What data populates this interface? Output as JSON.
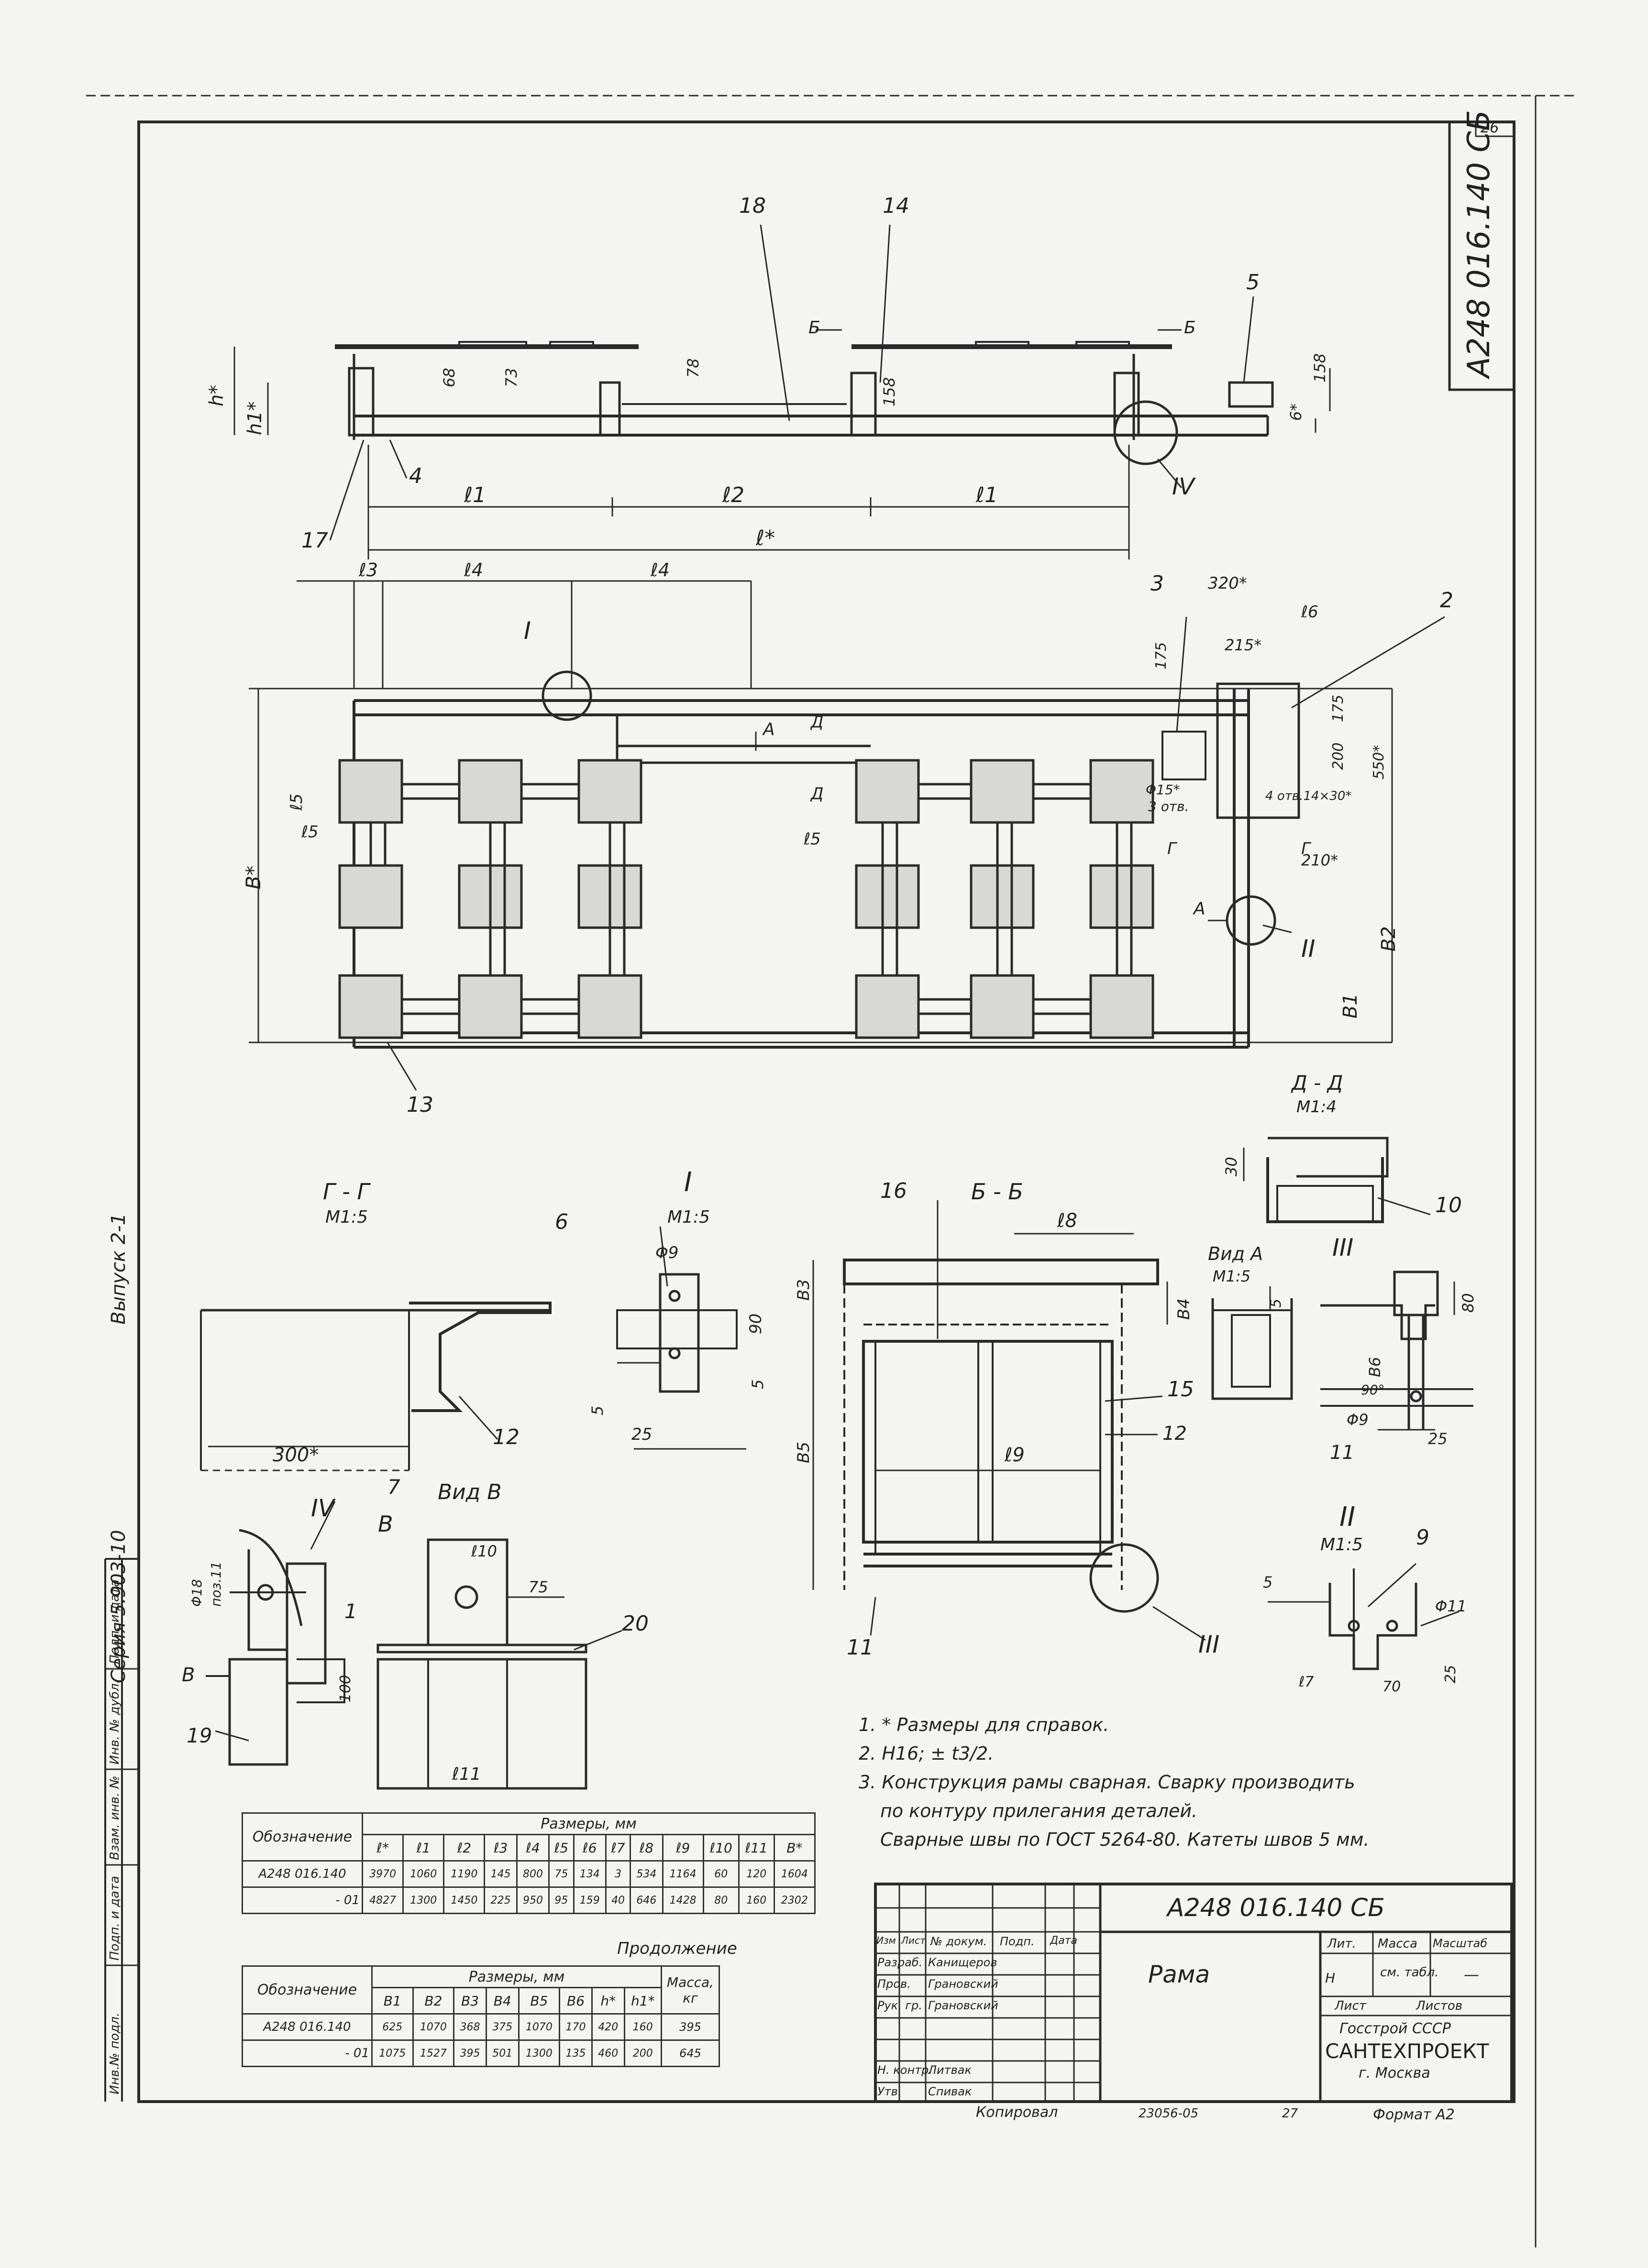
{
  "sheet": {
    "page_number": "26",
    "designation_vertical": "А248 016.140 СБ",
    "series_label": "Серия 5.903-10",
    "issue_label": "Выпуск 2-1",
    "left_strip_labels": [
      "Инв.№ подл.",
      "Подп. и дата",
      "Взам. инв. №",
      "Инв. № дубл.",
      "Подп. и дата"
    ]
  },
  "views": {
    "section_gg": {
      "title": "Г - Г",
      "scale": "М1:5",
      "dim": "300*",
      "pos": "12"
    },
    "detail_I": {
      "title": "I",
      "scale": "М1:5",
      "hole": "Φ9",
      "pos": "6",
      "dims": [
        "90",
        "25",
        "5",
        "5"
      ]
    },
    "section_bb": {
      "title": "Б - Б",
      "pos": [
        "16",
        "15",
        "12",
        "11",
        "III"
      ],
      "dims": [
        "ℓ8",
        "ℓ9",
        "В3",
        "В4",
        "В5"
      ]
    },
    "section_dd": {
      "title": "Д - Д",
      "scale": "М1:4",
      "dim": "30",
      "pos": "10"
    },
    "view_A": {
      "title": "Вид А",
      "scale": "М1:5",
      "dim": "5"
    },
    "detail_III": {
      "title": "III",
      "dims": [
        "80",
        "В6",
        "90°",
        "Φ9",
        "25"
      ],
      "pos": "11"
    },
    "detail_II": {
      "title": "II",
      "scale": "М1:5",
      "hole": "Φ11",
      "pos": "9",
      "dims": [
        "5",
        "70",
        "25",
        "ℓ7"
      ]
    },
    "detail_IV": {
      "title": "IV",
      "pos": [
        "7",
        "1",
        "19"
      ],
      "labels": [
        "Φ18",
        "поз.11",
        "В",
        "В",
        "100"
      ]
    },
    "view_B": {
      "title": "Вид В",
      "dims": [
        "ℓ10",
        "75",
        "ℓ11"
      ],
      "pos": "20"
    }
  },
  "main_view": {
    "pos_labels": [
      "18",
      "14",
      "5",
      "4",
      "17",
      "IV",
      "Б",
      "Б"
    ],
    "dims": [
      "ℓ1",
      "ℓ2",
      "ℓ1",
      "ℓ*",
      "h*",
      "h1*",
      "68",
      "73",
      "78",
      "158",
      "158",
      "6*"
    ]
  },
  "plan_view": {
    "pos_labels": [
      "3",
      "2",
      "13",
      "I",
      "II",
      "А",
      "А",
      "Д",
      "Д",
      "Г",
      "Г"
    ],
    "dims": [
      "ℓ3",
      "ℓ4",
      "ℓ4",
      "320*",
      "ℓ6",
      "215*",
      "175",
      "175",
      "200",
      "550*",
      "Φ15*",
      "3 отв.",
      "4 отв.14×30*",
      "210*",
      "В*",
      "В1",
      "В2",
      "ℓ5",
      "ℓ5",
      "ℓ5"
    ]
  },
  "notes": [
    "1. * Размеры для справок.",
    "2. Н16; ± t3/2.",
    "3. Конструкция рамы сварная. Сварку производить",
    "по контуру прилегания деталей.",
    "Сварные швы по ГОСТ 5264-80. Катеты швов 5 мм."
  ],
  "table1": {
    "group_header": "Размеры, мм",
    "headers": [
      "Обозначение",
      "ℓ*",
      "ℓ1",
      "ℓ2",
      "ℓ3",
      "ℓ4",
      "ℓ5",
      "ℓ6",
      "ℓ7",
      "ℓ8",
      "ℓ9",
      "ℓ10",
      "ℓ11",
      "В*"
    ],
    "rows": [
      [
        "А248 016.140",
        "3970",
        "1060",
        "1190",
        "145",
        "800",
        "75",
        "134",
        "3",
        "534",
        "1164",
        "60",
        "120",
        "1604"
      ],
      [
        "- 01",
        "4827",
        "1300",
        "1450",
        "225",
        "950",
        "95",
        "159",
        "40",
        "646",
        "1428",
        "80",
        "160",
        "2302"
      ]
    ]
  },
  "table2": {
    "title": "Продолжение",
    "group_header": "Размеры, мм",
    "headers": [
      "Обозначение",
      "В1",
      "В2",
      "В3",
      "В4",
      "В5",
      "В6",
      "h*",
      "h1*",
      "Масса, кг"
    ],
    "rows": [
      [
        "А248 016.140",
        "625",
        "1070",
        "368",
        "375",
        "1070",
        "170",
        "420",
        "160",
        "395"
      ],
      [
        "- 01",
        "1075",
        "1527",
        "395",
        "501",
        "1300",
        "135",
        "460",
        "200",
        "645"
      ]
    ]
  },
  "title_block": {
    "designation": "А248 016.140 СБ",
    "name": "Рама",
    "col_headers": [
      "Изм",
      "Лист",
      "№ докум.",
      "Подп.",
      "Дата"
    ],
    "signers": [
      {
        "role": "Разраб.",
        "name": "Канищеров"
      },
      {
        "role": "Пров.",
        "name": "Грановский"
      },
      {
        "role": "Рук. гр.",
        "name": "Грановский"
      },
      {
        "role": "Н. контр.",
        "name": "Литвак"
      },
      {
        "role": "Утв.",
        "name": "Спивак"
      }
    ],
    "lit_header": "Лит.",
    "mass_header": "Масса",
    "scale_header": "Масштаб",
    "lit_value": "Н",
    "mass_value": "см. табл.",
    "scale_value": "—",
    "sheet_label": "Лист",
    "sheets_label": "Листов",
    "org_line1": "Госстрой СССР",
    "org_line2": "САНТЕХПРОЕКТ",
    "org_line3": "г. Москва"
  },
  "footer": {
    "copied": "Копировал",
    "order": "23056-05",
    "num": "27",
    "format": "Формат А2"
  }
}
